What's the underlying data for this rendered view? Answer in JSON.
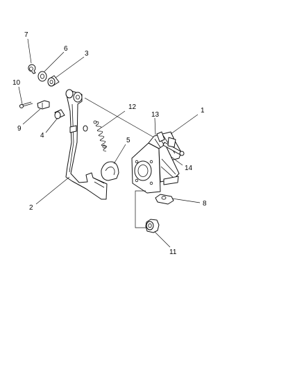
{
  "diagram": {
    "callouts": [
      {
        "id": "c7",
        "label": "7"
      },
      {
        "id": "c6",
        "label": "6"
      },
      {
        "id": "c3",
        "label": "3"
      },
      {
        "id": "c10",
        "label": "10"
      },
      {
        "id": "c9",
        "label": "9"
      },
      {
        "id": "c4",
        "label": "4"
      },
      {
        "id": "c12",
        "label": "12"
      },
      {
        "id": "c13",
        "label": "13"
      },
      {
        "id": "c1",
        "label": "1"
      },
      {
        "id": "c5",
        "label": "5"
      },
      {
        "id": "c14",
        "label": "14"
      },
      {
        "id": "c2",
        "label": "2"
      },
      {
        "id": "c8",
        "label": "8"
      },
      {
        "id": "c11",
        "label": "11"
      }
    ]
  }
}
